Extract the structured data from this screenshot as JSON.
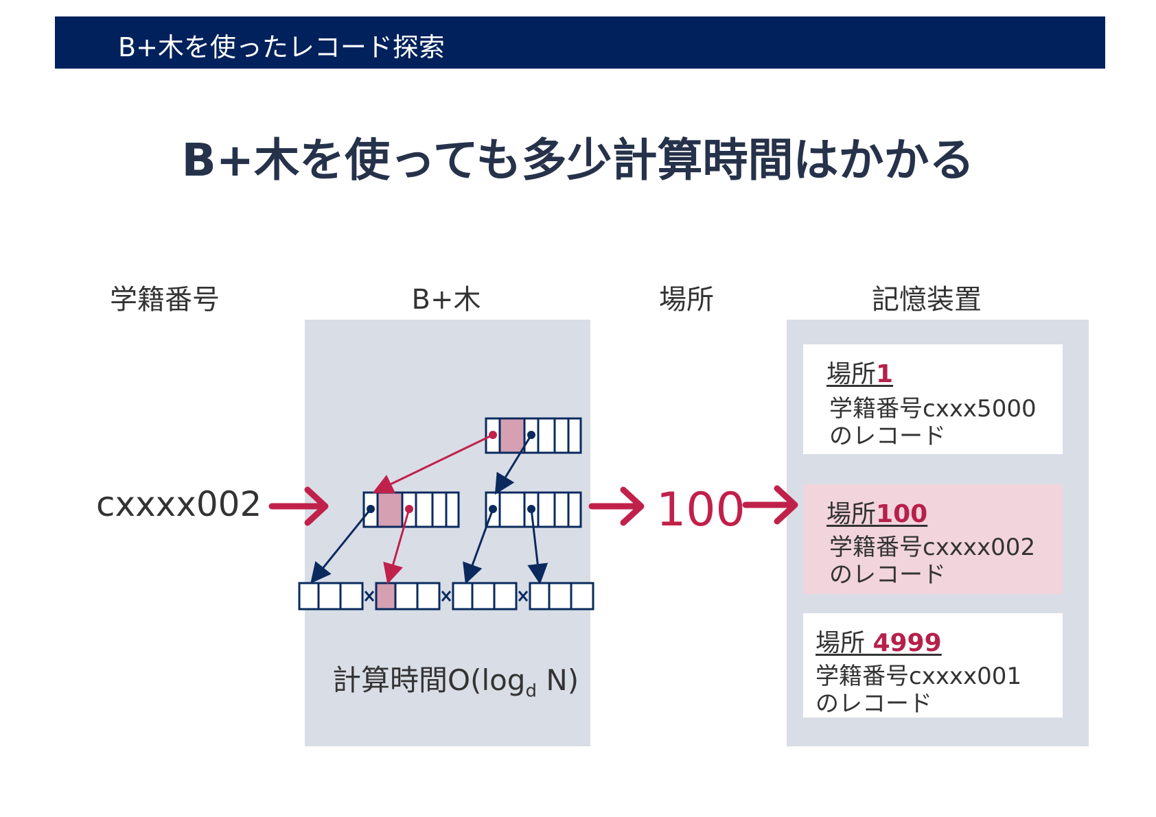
{
  "header": {
    "title": "B+木を使ったレコード探索"
  },
  "main_title": "B+木を使っても多少計算時間はかかる",
  "columns": {
    "student_id": "学籍番号",
    "btree": "B+木",
    "location": "場所",
    "storage": "記憶装置"
  },
  "input": {
    "key": "cxxxx002"
  },
  "btree": {
    "complexity_prefix": "計算時間O(log",
    "complexity_sub": "d",
    "complexity_suffix": " N)"
  },
  "output": {
    "location_value": "100"
  },
  "records": [
    {
      "loc_label": "場所",
      "loc_num": "1",
      "line1": "学籍番号cxxx5000",
      "line2": "のレコード"
    },
    {
      "loc_label": "場所",
      "loc_num": "100",
      "line1": "学籍番号cxxxx002",
      "line2": "のレコード"
    },
    {
      "loc_label": "場所 ",
      "loc_num": "4999",
      "line1": "学籍番号cxxxx001",
      "line2": "のレコード"
    }
  ],
  "colors": {
    "header_bg": "#00215b",
    "accent": "#c0214b",
    "node_stroke": "#0a2a5e",
    "highlight_cell": "#d4a0b2",
    "panel_bg": "#d9dde6",
    "highlight_record": "#f2d4dd"
  }
}
